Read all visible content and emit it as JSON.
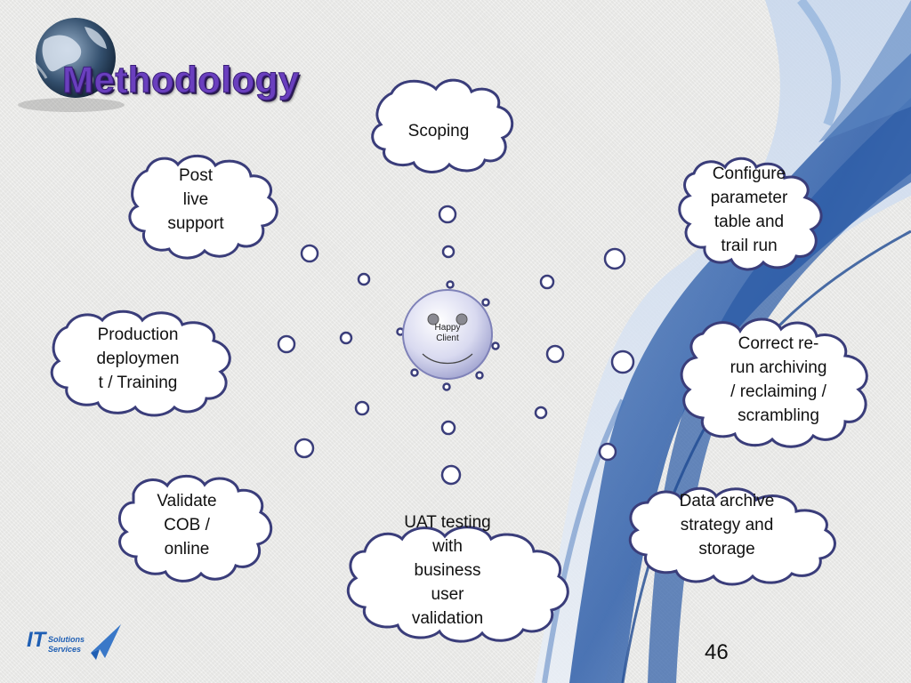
{
  "slide": {
    "title": "Methodology",
    "page_number": "46"
  },
  "center": {
    "label_line1": "Happy",
    "label_line2": "Client"
  },
  "clouds": [
    {
      "id": "scoping",
      "lines": [
        "Scoping"
      ]
    },
    {
      "id": "configure",
      "lines": [
        "Configure",
        "parameter",
        "table and",
        "trail run"
      ]
    },
    {
      "id": "correct",
      "lines": [
        "Correct re-",
        "run archiving",
        "/ reclaiming /",
        "scrambling"
      ]
    },
    {
      "id": "data-archive",
      "lines": [
        "Data archive",
        "strategy and",
        "storage"
      ]
    },
    {
      "id": "uat",
      "lines": [
        "UAT testing",
        "with",
        "business",
        "user",
        "validation"
      ]
    },
    {
      "id": "validate",
      "lines": [
        "Validate",
        "COB /",
        "online"
      ]
    },
    {
      "id": "production",
      "lines": [
        "Production",
        "deploymen",
        "t / Training"
      ]
    },
    {
      "id": "post-live",
      "lines": [
        "Post",
        "live",
        "support"
      ]
    }
  ],
  "logo": {
    "main": "IT",
    "line1": "Solutions",
    "line2": "Services"
  },
  "colors": {
    "cloud_stroke": "#3a3d7a",
    "title": "#6a3fbe",
    "wave_blue": "#3a6db5"
  }
}
